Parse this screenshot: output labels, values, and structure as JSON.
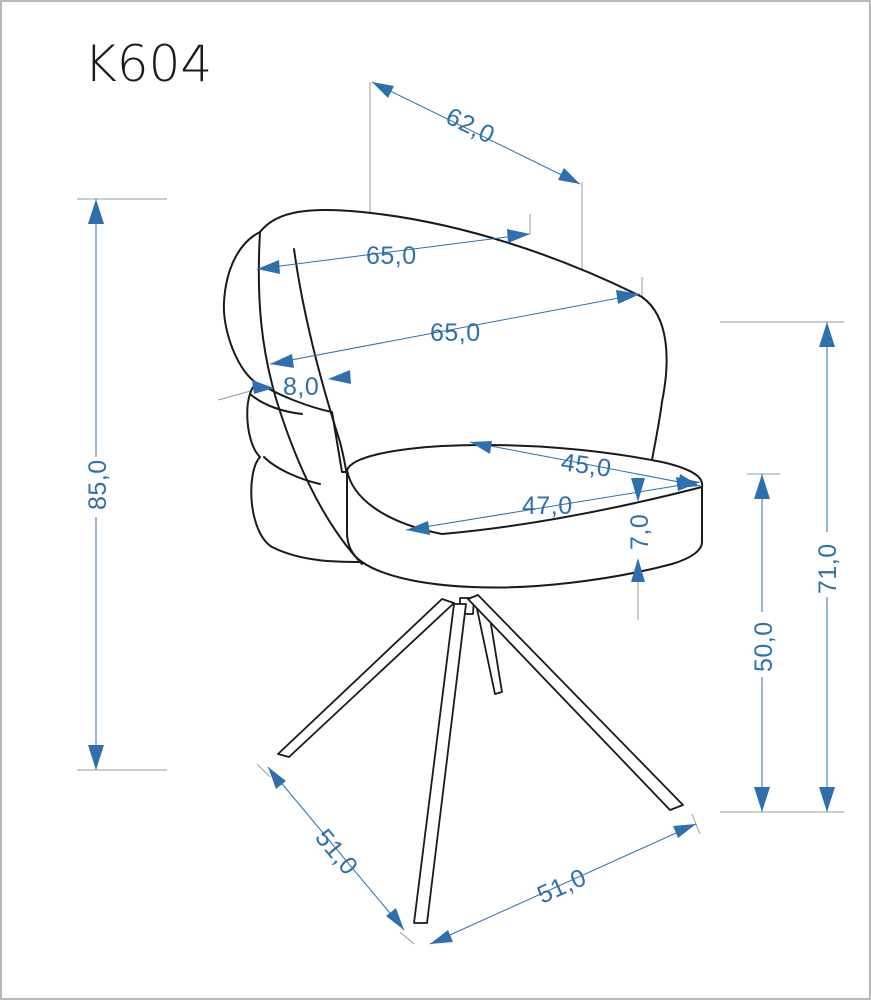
{
  "title": "K604",
  "colors": {
    "dimension": "#2f6fad",
    "outline": "#1a1a1a",
    "extension": "#9a9a9a",
    "border": "#b9b9b9"
  },
  "dimensions": {
    "depth_top": "62,0",
    "backrest_top_width": "65,0",
    "backrest_width": "65,0",
    "backrest_thickness": "8,0",
    "total_height": "85,0",
    "seat_depth": "45,0",
    "seat_width": "47,0",
    "seat_thickness": "7,0",
    "arm_height": "71,0",
    "seat_height": "50,0",
    "base_depth": "51,0",
    "base_width": "51,0"
  }
}
